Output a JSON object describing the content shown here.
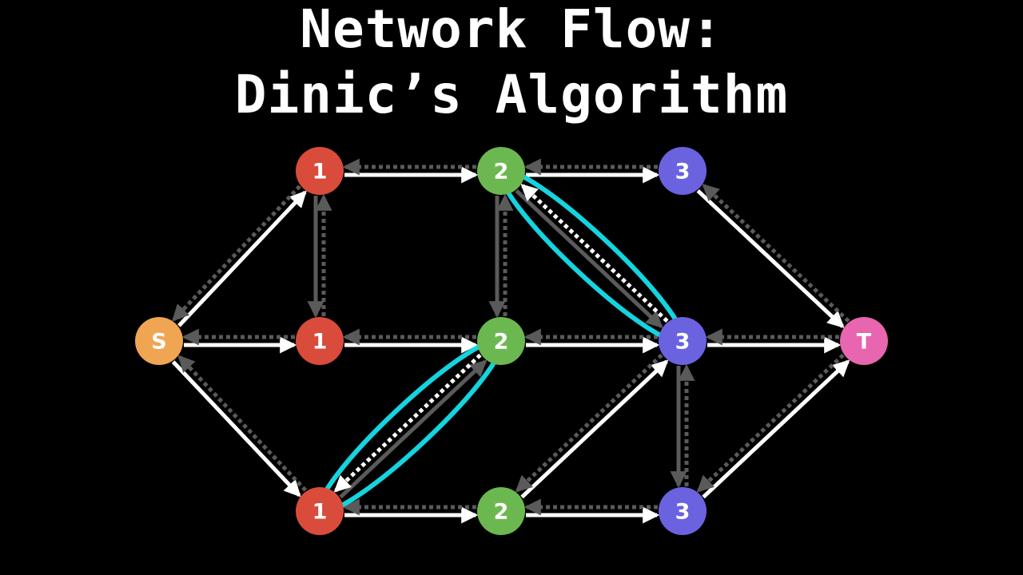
{
  "title": {
    "line1": "Network Flow:",
    "line2": "Dinic’s Algorithm"
  },
  "colors": {
    "background": "#000000",
    "forward_edge": "#ffffff",
    "residual_edge": "#5a5a5a",
    "highlight": "#14d4e0",
    "source": "#f0a552",
    "level1": "#d94b3b",
    "level2": "#6cb850",
    "level3": "#6b62e0",
    "sink": "#e865b0"
  },
  "nodes": [
    {
      "id": "s",
      "label": "S",
      "level": "source"
    },
    {
      "id": "a1",
      "label": "1",
      "level": "level1"
    },
    {
      "id": "b1",
      "label": "1",
      "level": "level1"
    },
    {
      "id": "c1",
      "label": "1",
      "level": "level1"
    },
    {
      "id": "a2",
      "label": "2",
      "level": "level2"
    },
    {
      "id": "b2",
      "label": "2",
      "level": "level2"
    },
    {
      "id": "c2",
      "label": "2",
      "level": "level2"
    },
    {
      "id": "a3",
      "label": "3",
      "level": "level3"
    },
    {
      "id": "b3",
      "label": "3",
      "level": "level3"
    },
    {
      "id": "c3",
      "label": "3",
      "level": "level3"
    },
    {
      "id": "t",
      "label": "T",
      "level": "sink"
    }
  ],
  "edges": [
    {
      "from": "s",
      "to": "a1",
      "forward": true,
      "dotted": false
    },
    {
      "from": "a1",
      "to": "s",
      "forward": false,
      "dotted": true
    },
    {
      "from": "s",
      "to": "b1",
      "forward": true,
      "dotted": false
    },
    {
      "from": "b1",
      "to": "s",
      "forward": false,
      "dotted": true
    },
    {
      "from": "s",
      "to": "c1",
      "forward": true,
      "dotted": false
    },
    {
      "from": "c1",
      "to": "s",
      "forward": false,
      "dotted": true
    },
    {
      "from": "a1",
      "to": "a2",
      "forward": true,
      "dotted": false
    },
    {
      "from": "a2",
      "to": "a1",
      "forward": false,
      "dotted": true
    },
    {
      "from": "b1",
      "to": "b2",
      "forward": true,
      "dotted": false
    },
    {
      "from": "b2",
      "to": "b1",
      "forward": false,
      "dotted": true
    },
    {
      "from": "c1",
      "to": "c2",
      "forward": true,
      "dotted": false
    },
    {
      "from": "c2",
      "to": "c1",
      "forward": false,
      "dotted": true
    },
    {
      "from": "a1",
      "to": "b1",
      "forward": false,
      "dotted": false
    },
    {
      "from": "b1",
      "to": "a1",
      "forward": false,
      "dotted": true
    },
    {
      "from": "a2",
      "to": "b2",
      "forward": false,
      "dotted": false
    },
    {
      "from": "b2",
      "to": "a2",
      "forward": false,
      "dotted": true
    },
    {
      "from": "b3",
      "to": "c3",
      "forward": false,
      "dotted": false
    },
    {
      "from": "c3",
      "to": "b3",
      "forward": false,
      "dotted": true
    },
    {
      "from": "a2",
      "to": "a3",
      "forward": true,
      "dotted": false
    },
    {
      "from": "a3",
      "to": "a2",
      "forward": false,
      "dotted": true
    },
    {
      "from": "b2",
      "to": "b3",
      "forward": true,
      "dotted": false
    },
    {
      "from": "b3",
      "to": "b2",
      "forward": false,
      "dotted": true
    },
    {
      "from": "c2",
      "to": "c3",
      "forward": true,
      "dotted": false
    },
    {
      "from": "c3",
      "to": "c2",
      "forward": false,
      "dotted": true
    },
    {
      "from": "a2",
      "to": "b3",
      "forward": false,
      "dotted": false,
      "highlight": true
    },
    {
      "from": "b3",
      "to": "a2",
      "forward": true,
      "dotted": true,
      "highlight": true
    },
    {
      "from": "c1",
      "to": "b2",
      "forward": false,
      "dotted": false,
      "highlight": true
    },
    {
      "from": "b2",
      "to": "c1",
      "forward": true,
      "dotted": true,
      "highlight": true
    },
    {
      "from": "c2",
      "to": "b3",
      "forward": true,
      "dotted": false
    },
    {
      "from": "b3",
      "to": "c2",
      "forward": false,
      "dotted": true
    },
    {
      "from": "a3",
      "to": "t",
      "forward": true,
      "dotted": false
    },
    {
      "from": "t",
      "to": "a3",
      "forward": false,
      "dotted": true
    },
    {
      "from": "b3",
      "to": "t",
      "forward": true,
      "dotted": false
    },
    {
      "from": "t",
      "to": "b3",
      "forward": false,
      "dotted": true
    },
    {
      "from": "c3",
      "to": "t",
      "forward": true,
      "dotted": false
    },
    {
      "from": "t",
      "to": "c3",
      "forward": false,
      "dotted": true
    }
  ]
}
